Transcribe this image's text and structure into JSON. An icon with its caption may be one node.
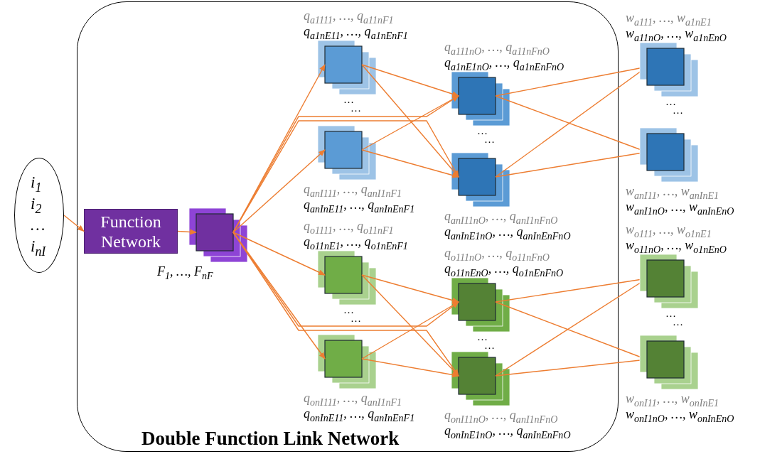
{
  "diagram": {
    "nodes": [
      {
        "text": [
          "i$_{1}$",
          "i$_{2}$",
          "…",
          "i$_{nI}$"
        ]
      },
      {
        "text": [
          "Double Function Link Network"
        ]
      },
      {
        "text": [
          "Function Network"
        ],
        "in": 1
      },
      {
        "text": [],
        "shape": "box",
        "in": 1,
        "beside": [
          "F$_{1}$, …, F$_{nF}$"
        ]
      },
      {
        "text": [],
        "shape": "box",
        "in": 1,
        "beside": [
          "q$_{a1111}$, …, q$_{a11nF1}$",
          "q$_{a1nE11}$, …, q$_{a1nEnF1}$",
          "…",
          "…"
        ]
      },
      {
        "text": [],
        "shape": "box",
        "in": 1,
        "beside": [
          "q$_{anI111}$, …, q$_{anI1nF1}$",
          "q$_{anInE11}$, …, q$_{anInEnF1}$"
        ]
      },
      {
        "text": [],
        "shape": "box",
        "in": 1,
        "beside": [
          "q$_{o1111}$, …, q$_{o11nF1}$",
          "q$_{o11nE1}$, …, q$_{o1nEnF1}$",
          "…",
          "…"
        ]
      },
      {
        "text": [],
        "shape": "box",
        "in": 1,
        "beside": [
          "q$_{onI111}$, …, q$_{anI1nF1}$",
          "q$_{onInE11}$, …, q$_{anInEnF1}$"
        ]
      },
      {
        "text": [],
        "shape": "box",
        "in": 1,
        "beside": [
          "q$_{a111nO}$, …, q$_{a11nFnO}$",
          "q$_{a1nE1nO}$, …, q$_{a1nEnFnO}$",
          "…",
          "…"
        ]
      },
      {
        "text": [],
        "shape": "box",
        "in": 1,
        "beside": [
          "q$_{anI11nO}$, …, q$_{anI1nFnO}$",
          "q$_{anInE1nO}$, …, q$_{anInEnFnO}$"
        ]
      },
      {
        "text": [],
        "shape": "box",
        "in": 1,
        "beside": [
          "q$_{o111nO}$, …, q$_{o11nFnO}$",
          "q$_{o11nEnO}$, …, q$_{o1nEnFnO}$",
          "…",
          "…"
        ]
      },
      {
        "text": [],
        "shape": "box",
        "in": 1,
        "beside": [
          "q$_{onI11nO}$, …, q$_{anI1nFnO}$",
          "q$_{onInE1nO}$, …, q$_{anInEnFnO}$"
        ]
      },
      {
        "text": [],
        "shape": "box",
        "beside": [
          "w$_{a111}$, …, w$_{a1nE1}$",
          "w$_{a11nO}$, …, w$_{a1nEnO}$",
          "…",
          "…"
        ]
      },
      {
        "text": [],
        "shape": "box",
        "beside": [
          "w$_{anI11}$, …, w$_{anInE1}$",
          "w$_{anI1nO}$, …, w$_{anInEnO}$"
        ]
      },
      {
        "text": [],
        "shape": "box",
        "beside": [
          "w$_{o111}$, …, w$_{o1nE1}$",
          "w$_{o11nO}$, …, w$_{o1nEnO}$",
          "…",
          "…"
        ]
      },
      {
        "text": [],
        "shape": "box",
        "beside": [
          "w$_{onI11}$, …, w$_{onInE1}$",
          "w$_{onI1nO}$, …, w$_{onInEnO}$"
        ]
      }
    ],
    "edges": [
      {
        "from": 0,
        "to": 2,
        "arrow": "to"
      },
      {
        "from": 2,
        "to": 3,
        "arrow": "to"
      },
      {
        "from": 3,
        "to": 4,
        "arrow": "to"
      },
      {
        "from": 3,
        "to": 5,
        "arrow": "to"
      },
      {
        "from": 3,
        "to": 6,
        "arrow": "to"
      },
      {
        "from": 3,
        "to": 7,
        "arrow": "to"
      },
      {
        "from": 3,
        "to": 8,
        "arrow": "to"
      },
      {
        "from": 3,
        "to": 9,
        "arrow": "to"
      },
      {
        "from": 3,
        "to": 10,
        "arrow": "to"
      },
      {
        "from": 3,
        "to": 11,
        "arrow": "to"
      },
      {
        "from": 4,
        "to": 8,
        "arrow": "to"
      },
      {
        "from": 4,
        "to": 9,
        "arrow": "to"
      },
      {
        "from": 5,
        "to": 8,
        "arrow": "to"
      },
      {
        "from": 5,
        "to": 9,
        "arrow": "to"
      },
      {
        "from": 6,
        "to": 10,
        "arrow": "to"
      },
      {
        "from": 6,
        "to": 11,
        "arrow": "to"
      },
      {
        "from": 7,
        "to": 10,
        "arrow": "to"
      },
      {
        "from": 7,
        "to": 11,
        "arrow": "to"
      },
      {
        "from": 8,
        "to": 12,
        "arrow": "to"
      },
      {
        "from": 8,
        "to": 13,
        "arrow": "to"
      },
      {
        "from": 9,
        "to": 12,
        "arrow": "to"
      },
      {
        "from": 9,
        "to": 13,
        "arrow": "to"
      },
      {
        "from": 10,
        "to": 14,
        "arrow": "to"
      },
      {
        "from": 10,
        "to": 15,
        "arrow": "to"
      },
      {
        "from": 11,
        "to": 14,
        "arrow": "to"
      },
      {
        "from": 11,
        "to": 15,
        "arrow": "to"
      }
    ]
  }
}
